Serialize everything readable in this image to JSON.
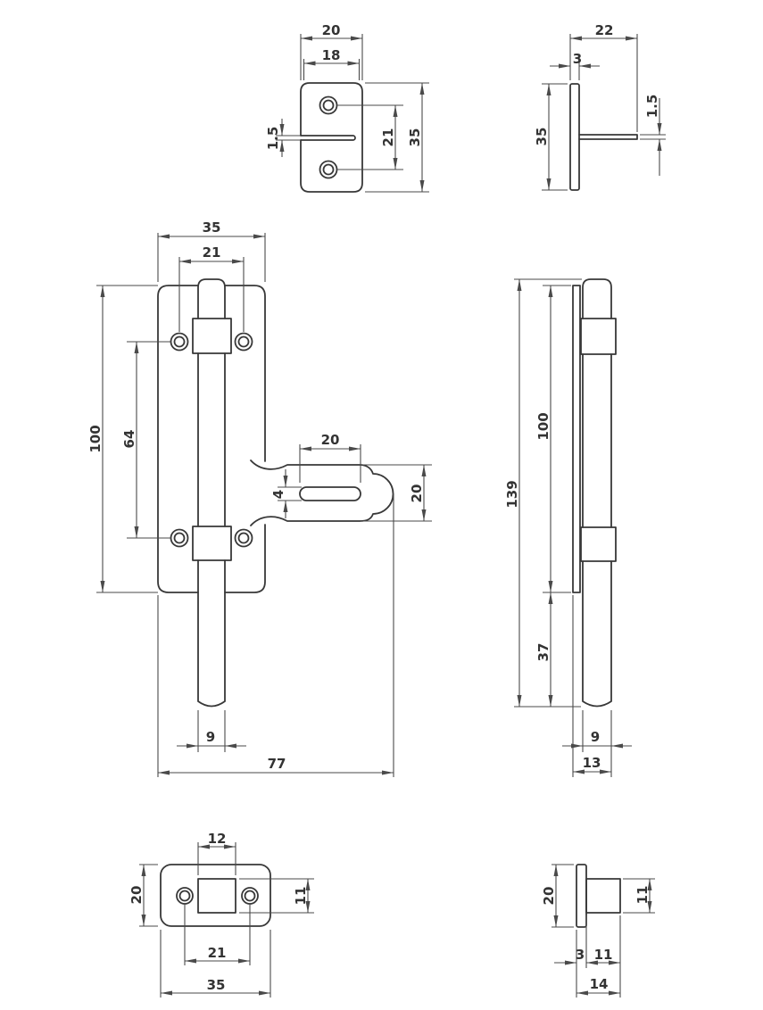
{
  "document_type": "engineering-dimension-drawing",
  "part": "security door guard latch",
  "units": "mm",
  "colors": {
    "background": "#ffffff",
    "part_line": "#383838",
    "dimension_line": "#4a4a4a",
    "text": "#333333"
  },
  "views": {
    "bracket_front": {
      "width": "20",
      "inner_width": "18",
      "slot_thickness": "1.5",
      "hole_spacing": "21",
      "height": "35"
    },
    "bracket_side": {
      "width": "22",
      "plate_thickness": "3",
      "height": "35",
      "tab_thickness": "1.5"
    },
    "latch_front": {
      "plate_width": "35",
      "hole_spacing": "21",
      "plate_height": "100",
      "hole_span": "64",
      "slot_length": "20",
      "slot_width": "4",
      "arm_width": "20",
      "bolt_width": "9",
      "total_width": "77"
    },
    "latch_side": {
      "total_height": "139",
      "plate_height": "100",
      "bolt_extension": "37",
      "bolt_width": "9",
      "total_depth": "13"
    },
    "keeper_front": {
      "notch_width": "12",
      "height": "20",
      "notch_height": "11",
      "hole_spacing": "21",
      "width": "35"
    },
    "keeper_side": {
      "height": "20",
      "block_height": "11",
      "plate_thickness": "3",
      "block_depth": "11",
      "total_depth": "14"
    }
  }
}
